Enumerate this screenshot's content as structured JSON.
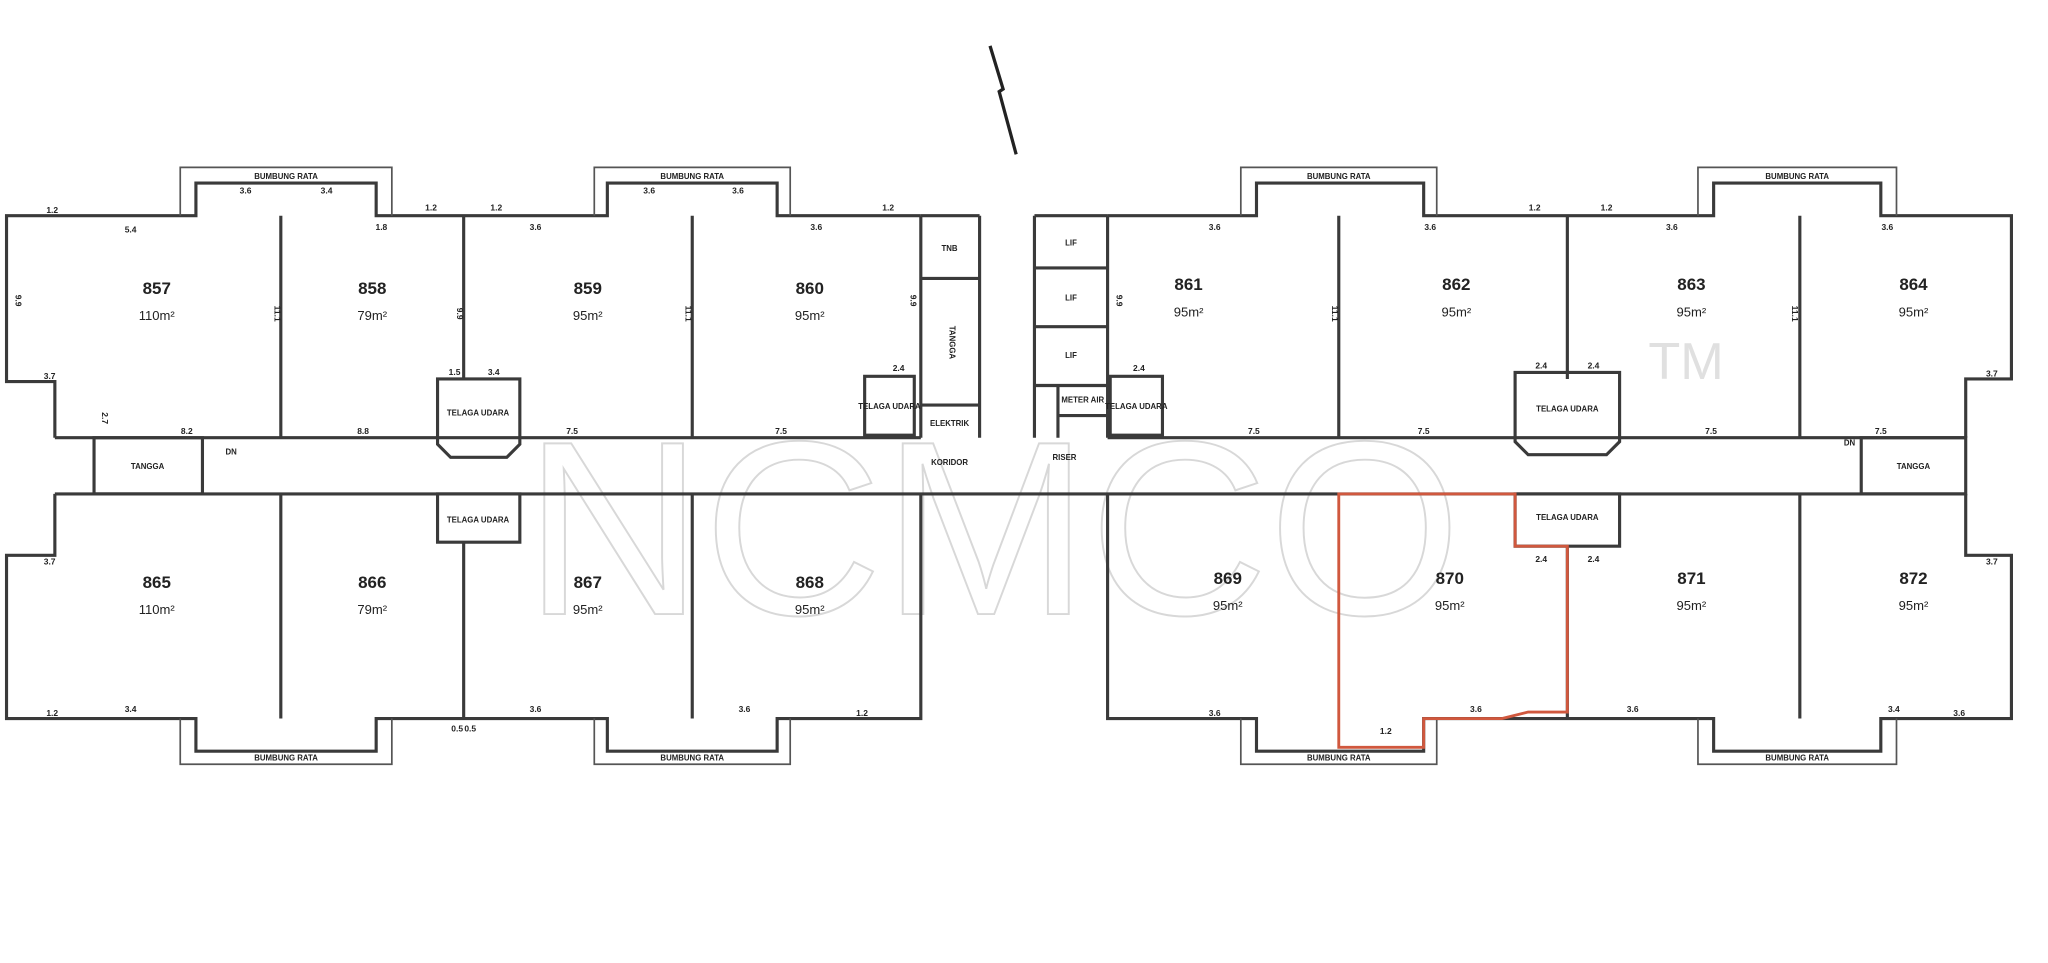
{
  "watermark": {
    "text": "NCMCO",
    "trademark": "TM"
  },
  "colors": {
    "wall": "#3a3a3a",
    "highlight": "#d0583e",
    "watermark": "#d8d8d8"
  },
  "labels": {
    "corridor": "KORIDOR",
    "stairs": "TANGGA",
    "air_well": "TELAGA UDARA",
    "flat_roof": "BUMBUNG RATA",
    "tnb": "TNB",
    "electric": "ELEKTRIK",
    "lift": "LIF",
    "meter_air": "METER AIR",
    "riser": "RISER",
    "dn": "DN"
  },
  "units": [
    {
      "no": "857",
      "area": "110m²"
    },
    {
      "no": "858",
      "area": "79m²"
    },
    {
      "no": "859",
      "area": "95m²"
    },
    {
      "no": "860",
      "area": "95m²"
    },
    {
      "no": "861",
      "area": "95m²"
    },
    {
      "no": "862",
      "area": "95m²"
    },
    {
      "no": "863",
      "area": "95m²"
    },
    {
      "no": "864",
      "area": "95m²"
    },
    {
      "no": "865",
      "area": "110m²"
    },
    {
      "no": "866",
      "area": "79m²"
    },
    {
      "no": "867",
      "area": "95m²"
    },
    {
      "no": "868",
      "area": "95m²"
    },
    {
      "no": "869",
      "area": "95m²"
    },
    {
      "no": "870",
      "area": "95m²"
    },
    {
      "no": "871",
      "area": "95m²"
    },
    {
      "no": "872",
      "area": "95m²"
    }
  ],
  "highlighted_unit": "870",
  "dimensions": [
    "1.2",
    "5.4",
    "3.6",
    "3.4",
    "1.8",
    "1.2",
    "3.6",
    "3.6",
    "1.2",
    "1.2",
    "3.6",
    "3.6",
    "3.6",
    "1.2",
    "1.2",
    "3.6",
    "3.6",
    "3.6",
    "2.7",
    "8.2",
    "8.8",
    "7.5",
    "7.5",
    "7.5",
    "7.5",
    "7.5",
    "7.5",
    "2.4",
    "2.4",
    "2.4",
    "2.4",
    "2.4",
    "2.4",
    "1.5",
    "3.4",
    "3.7",
    "3.7",
    "3.7",
    "3.7",
    "11.1",
    "11.1",
    "11.1",
    "11.1",
    "9.9",
    "9.9",
    "9.9",
    "9.9",
    "0.5",
    "0.5",
    "3.4",
    "3.6",
    "3.6",
    "1.2",
    "1.2",
    "3.6",
    "3.6",
    "1.2",
    "3.6",
    "3.4",
    "3.6",
    "3.6",
    "1.2"
  ]
}
